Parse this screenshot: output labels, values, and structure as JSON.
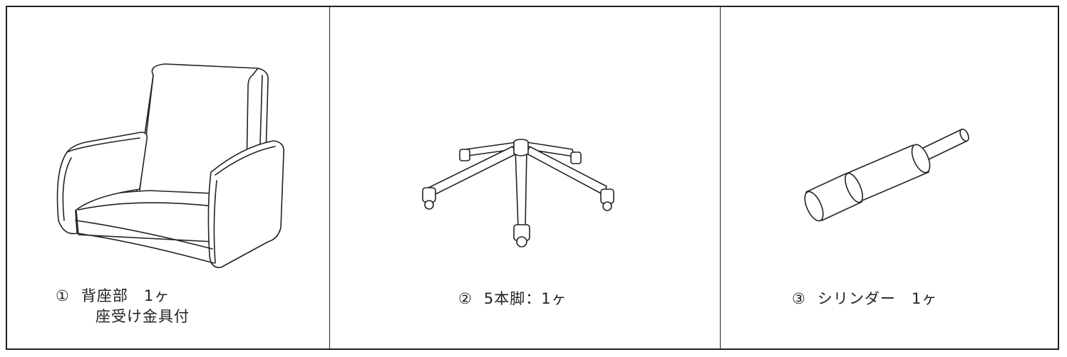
{
  "parts": [
    {
      "number": "①",
      "name": "背座部　1ヶ",
      "note": "座受け金具付",
      "icon": "seat-back-icon"
    },
    {
      "number": "②",
      "name": "5本脚：1ヶ",
      "icon": "five-star-base-icon"
    },
    {
      "number": "③",
      "name": "シリンダー　1ヶ",
      "icon": "gas-cylinder-icon"
    }
  ]
}
